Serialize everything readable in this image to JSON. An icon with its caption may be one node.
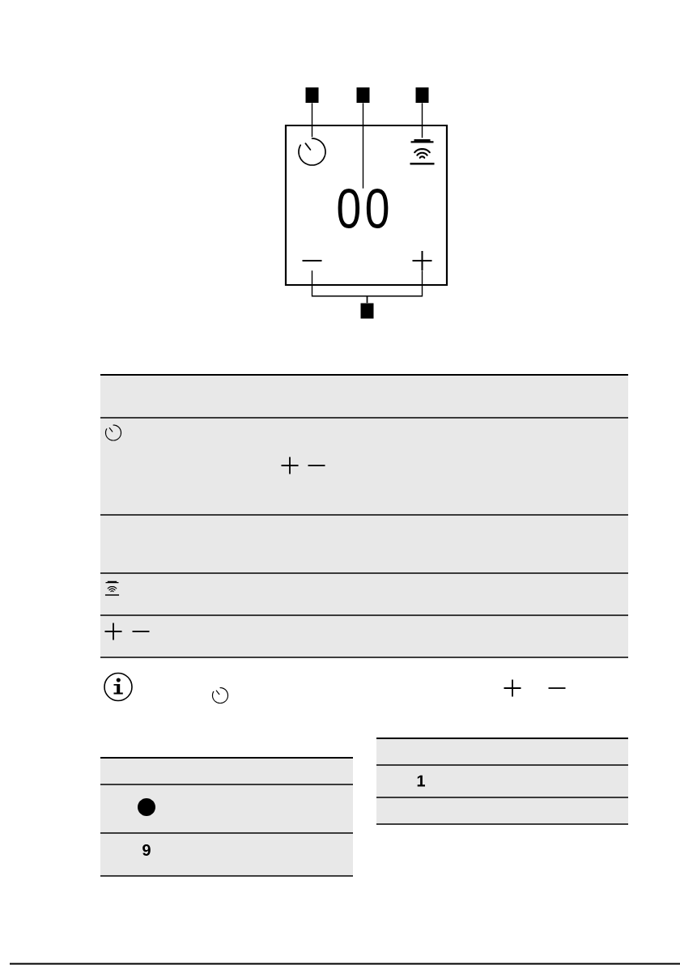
{
  "diagram": {
    "nodes": [
      {
        "text": [],
        "shape": "box"
      },
      {
        "text": [],
        "shape": "box"
      },
      {
        "text": [],
        "shape": "box"
      },
      {
        "text": [],
        "shape": "box"
      },
      {
        "text": [],
        "shape": "picture",
        "in": 3
      },
      {
        "text": [
          "00"
        ],
        "in": 3
      },
      {
        "text": [],
        "shape": "picture",
        "in": 3
      },
      {
        "text": [],
        "shape": "picture",
        "in": 3
      },
      {
        "text": [],
        "shape": "picture",
        "in": 3
      },
      {
        "text": [],
        "shape": "box"
      }
    ],
    "edges": [
      {
        "from": 0,
        "to": 4,
        "arrow": "none"
      },
      {
        "from": 1,
        "to": 5,
        "arrow": "none"
      },
      {
        "from": 2,
        "to": 6,
        "arrow": "none"
      },
      {
        "from": 9,
        "to": 7,
        "arrow": "none"
      },
      {
        "from": 9,
        "to": 8,
        "arrow": "none"
      }
    ],
    "labels": [
      "9",
      "1"
    ]
  }
}
